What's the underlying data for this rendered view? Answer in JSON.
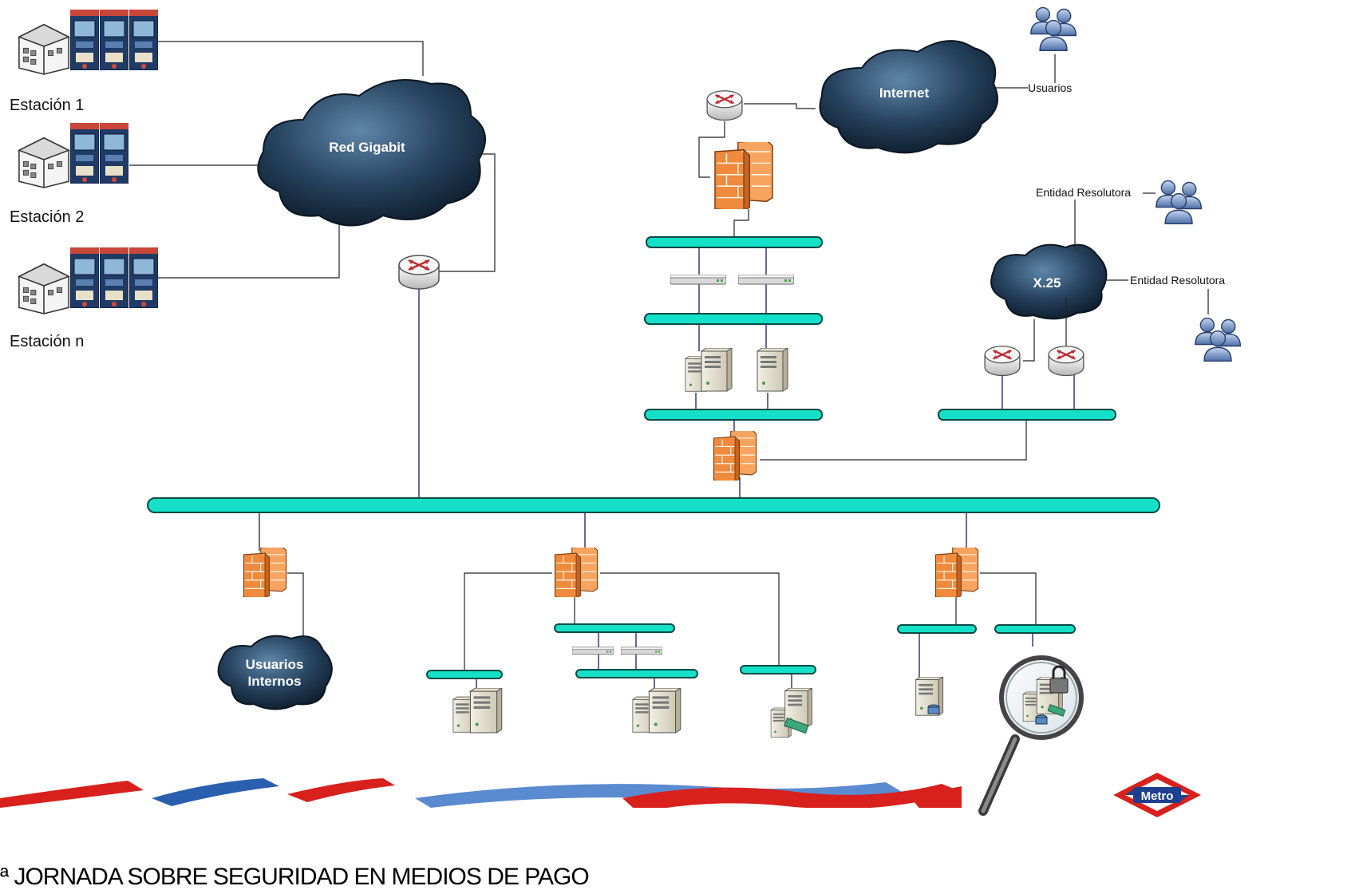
{
  "stations": [
    {
      "label": "Estación 1"
    },
    {
      "label": "Estación 2"
    },
    {
      "label": "Estación n"
    }
  ],
  "clouds": {
    "red_gigabit": "Red Gigabit",
    "internet": "Internet",
    "x25": "X.25",
    "usuarios_internos_line1": "Usuarios",
    "usuarios_internos_line2": "Internos"
  },
  "labels": {
    "usuarios": "Usuarios",
    "entidad_resolutora_1": "Entidad Resolutora",
    "entidad_resolutora_2": "Entidad Resolutora"
  },
  "footer": {
    "banner_text": "ª JORNADA SOBRE SEGURIDAD EN MEDIOS DE PAGO",
    "logo_text": "Metro"
  },
  "colors": {
    "bus": "#14e0c8",
    "cloud": "#1d3550",
    "firewall": "#f08a3c",
    "banner_red": "#d8201c",
    "banner_blue": "#2a5fb0"
  }
}
